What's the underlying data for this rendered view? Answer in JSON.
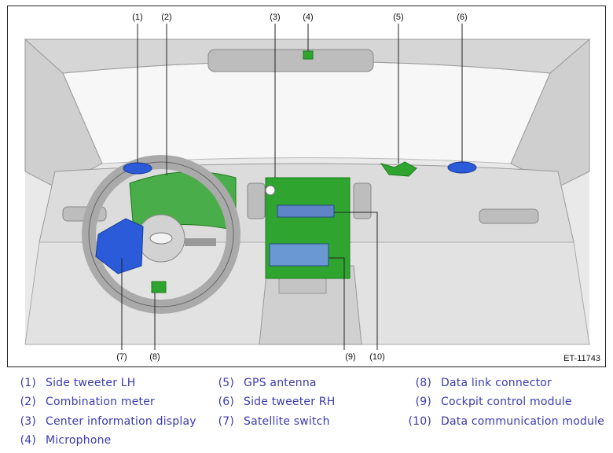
{
  "figure": {
    "code": "ET-11743",
    "callouts": [
      {
        "id": "c1",
        "num": "(1)"
      },
      {
        "id": "c2",
        "num": "(2)"
      },
      {
        "id": "c3",
        "num": "(3)"
      },
      {
        "id": "c4",
        "num": "(4)"
      },
      {
        "id": "c5",
        "num": "(5)"
      },
      {
        "id": "c6",
        "num": "(6)"
      },
      {
        "id": "c7",
        "num": "(7)"
      },
      {
        "id": "c8",
        "num": "(8)"
      },
      {
        "id": "c9",
        "num": "(9)"
      },
      {
        "id": "c10",
        "num": "(10)"
      }
    ]
  },
  "legend": [
    {
      "num": "(1)",
      "label": "Side tweeter LH"
    },
    {
      "num": "(2)",
      "label": "Combination meter"
    },
    {
      "num": "(3)",
      "label": "Center information display"
    },
    {
      "num": "(4)",
      "label": "Microphone"
    },
    {
      "num": "(5)",
      "label": "GPS antenna"
    },
    {
      "num": "(6)",
      "label": "Side tweeter RH"
    },
    {
      "num": "(7)",
      "label": "Satellite switch"
    },
    {
      "num": "(8)",
      "label": "Data link connector"
    },
    {
      "num": "(9)",
      "label": "Cockpit control module"
    },
    {
      "num": "(10)",
      "label": "Data communication module"
    }
  ],
  "colors": {
    "component_green": "#2fa52f",
    "component_blue": "#2b5bd8",
    "legend_text": "#3a3ab0"
  }
}
